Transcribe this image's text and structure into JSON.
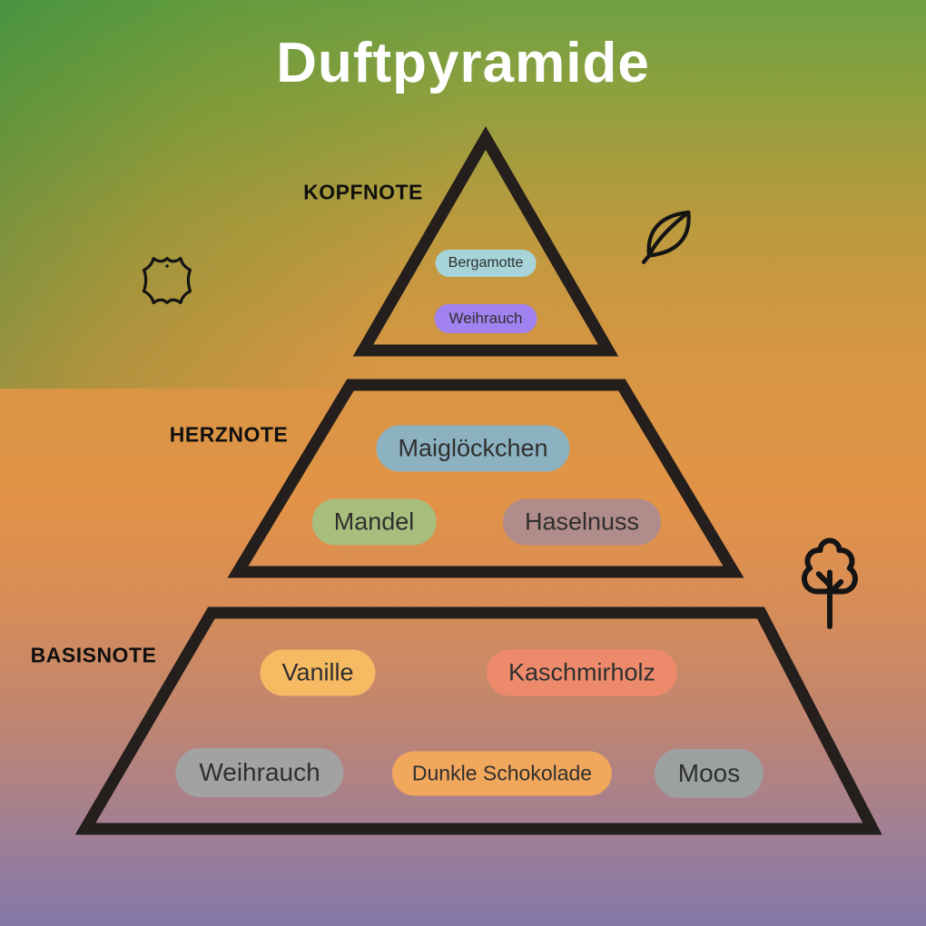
{
  "title": "Duftpyramide",
  "levels": {
    "kopfnote": {
      "label": "KOPFNOTE",
      "notes": [
        {
          "label": "Bergamotte",
          "color": "#a6d4d9"
        },
        {
          "label": "Weihrauch",
          "color": "#a182f0"
        }
      ]
    },
    "herznote": {
      "label": "HERZNOTE",
      "notes": [
        {
          "label": "Maiglöckchen",
          "color": "#8cb2c1"
        },
        {
          "label": "Mandel",
          "color": "#a8be7d"
        },
        {
          "label": "Haselnuss",
          "color": "#b08c8a"
        }
      ]
    },
    "basisnote": {
      "label": "BASISNOTE",
      "notes": [
        {
          "label": "Vanille",
          "color": "#f6ba63"
        },
        {
          "label": "Kaschmirholz",
          "color": "#ed8a6c"
        },
        {
          "label": "Weihrauch",
          "color": "#a2a2a2"
        },
        {
          "label": "Dunkle Schokolade",
          "color": "#f1a75c"
        },
        {
          "label": "Moos",
          "color": "#9ca0a1"
        }
      ]
    }
  },
  "icons": [
    {
      "name": "leather-hide-icon"
    },
    {
      "name": "leaf-icon"
    },
    {
      "name": "tree-icon"
    }
  ],
  "colors": {
    "outline": "#241e1c",
    "title": "#ffffff",
    "label": "#101010",
    "pill_text": "#2f2f2f",
    "icon_stroke": "#141414"
  }
}
